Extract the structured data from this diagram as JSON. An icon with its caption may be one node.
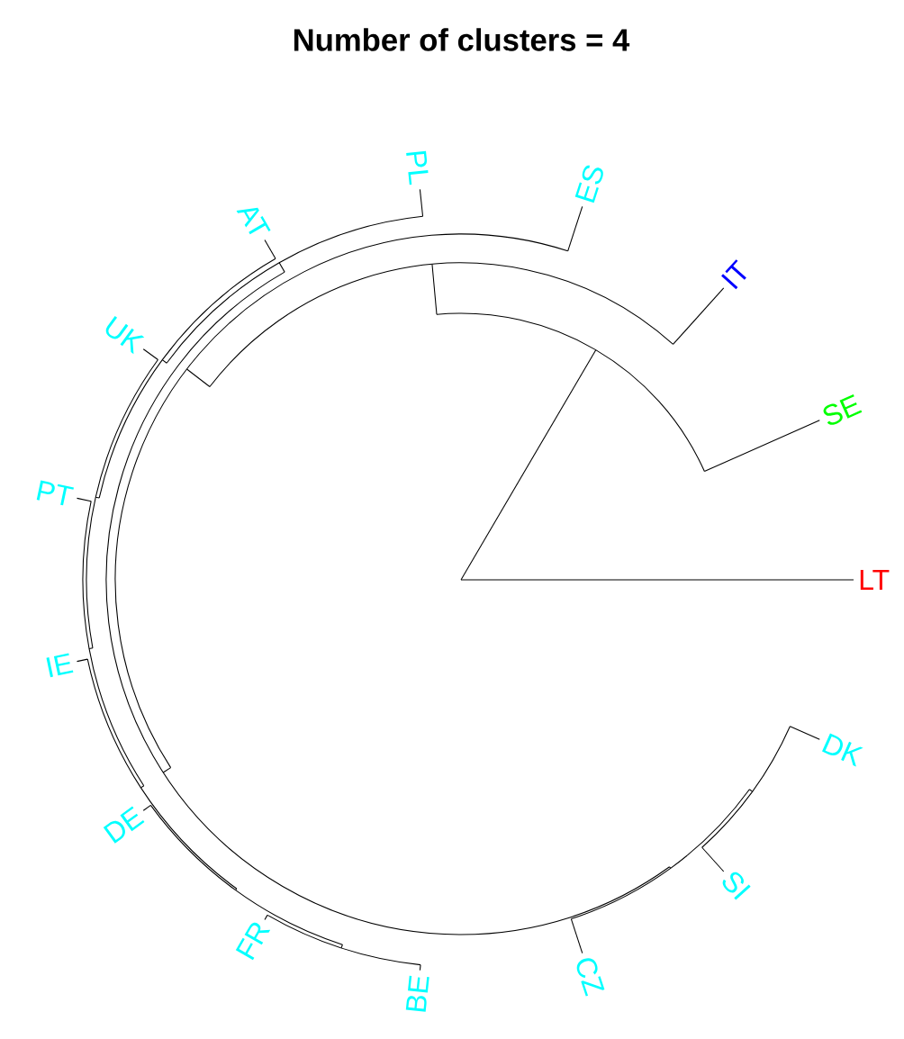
{
  "diagram": {
    "title": "Number of clusters = 4",
    "labels": [
      "LT",
      "SE",
      "IT",
      "ES",
      "PL",
      "AT",
      "UK",
      "PT",
      "IE",
      "DE",
      "FR",
      "BE",
      "CZ",
      "SI",
      "DK"
    ]
  }
}
